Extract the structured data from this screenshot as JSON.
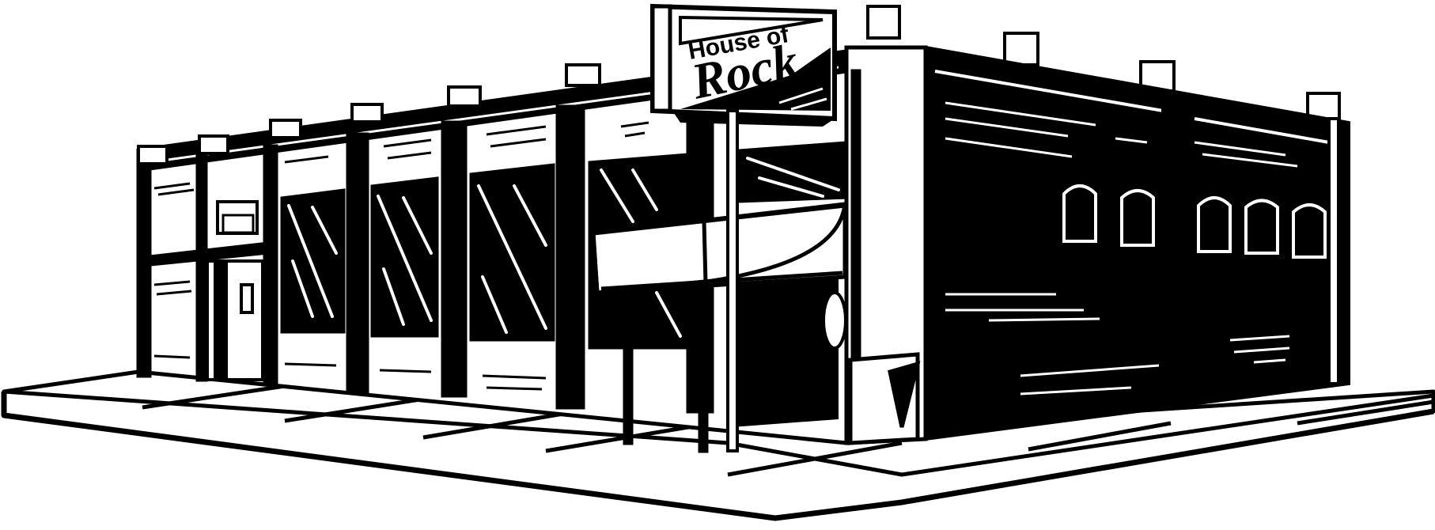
{
  "illustration": {
    "subject": "storefront building",
    "colors": {
      "ink": "#000000",
      "paper": "#ffffff"
    },
    "sign": {
      "line1": "House of",
      "line2": "Rock"
    }
  }
}
